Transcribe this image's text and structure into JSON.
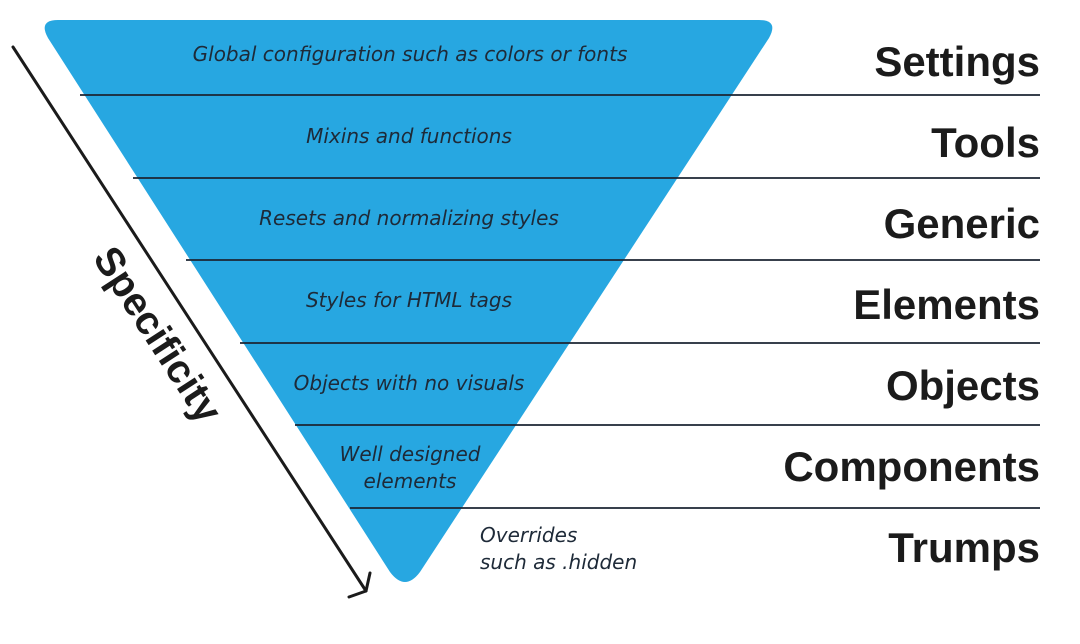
{
  "colors": {
    "triangle_fill": "#27a7e1",
    "divider_line": "#1c2532",
    "text_dark": "#1b1b1b",
    "arrow": "#1b1b1b"
  },
  "axis": {
    "label": "Specificity",
    "arrow_icon": "arrow-down-right-icon"
  },
  "layers": [
    {
      "name": "Settings",
      "description": [
        "Global configuration such as colors or fonts"
      ]
    },
    {
      "name": "Tools",
      "description": [
        "Mixins and functions"
      ]
    },
    {
      "name": "Generic",
      "description": [
        "Resets and normalizing styles"
      ]
    },
    {
      "name": "Elements",
      "description": [
        "Styles for HTML tags"
      ]
    },
    {
      "name": "Objects",
      "description": [
        "Objects with no visuals"
      ]
    },
    {
      "name": "Components",
      "description": [
        "Well designed",
        "elements"
      ]
    },
    {
      "name": "Trumps",
      "description": [
        "Overrides",
        "such as .hidden"
      ]
    }
  ]
}
